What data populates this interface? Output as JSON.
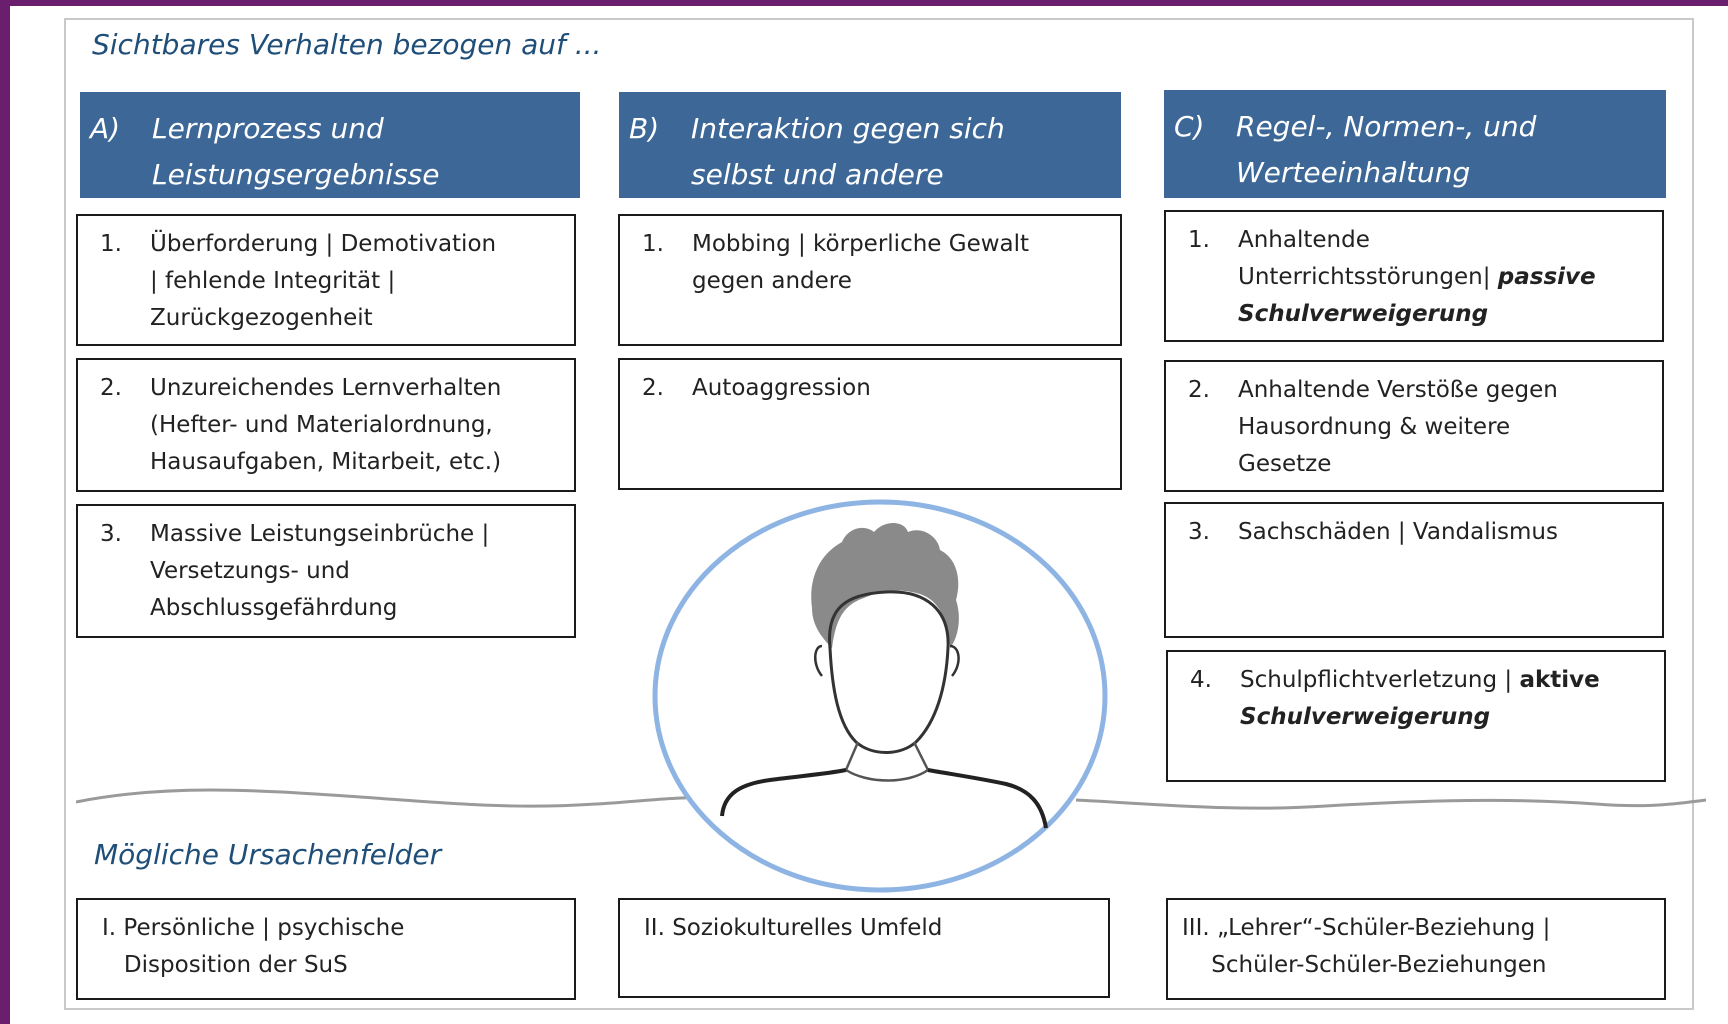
{
  "heading_top": "Sichtbares Verhalten bezogen auf ...",
  "heading_bottom": "Mögliche Ursachenfelder",
  "columns": [
    {
      "letter": "A)",
      "title_lines": [
        "Lernprozess und",
        "Leistungsergebnisse"
      ],
      "items": [
        {
          "num": "1.",
          "lines": [
            "Überforderung | Demotivation",
            "| fehlende Integrität |",
            "Zurückgezogenheit"
          ]
        },
        {
          "num": "2.",
          "lines": [
            "Unzureichendes Lernverhalten",
            "(Hefter- und Materialordnung,",
            "Hausaufgaben, Mitarbeit, etc.)"
          ]
        },
        {
          "num": "3.",
          "lines": [
            "Massive Leistungseinbrüche |",
            "Versetzungs- und",
            "Abschlussgefährdung"
          ]
        }
      ]
    },
    {
      "letter": "B)",
      "title_lines": [
        "Interaktion gegen sich",
        "selbst und andere"
      ],
      "items": [
        {
          "num": "1.",
          "lines": [
            "Mobbing | körperliche Gewalt",
            "gegen andere"
          ]
        },
        {
          "num": "2.",
          "lines": [
            "Autoaggression"
          ]
        }
      ]
    },
    {
      "letter": "C)",
      "title_lines": [
        "Regel-, Normen-, und",
        "Werteeinhaltung"
      ],
      "items": [
        {
          "num": "1.",
          "line1": "Anhaltende",
          "line2a": "Unterrichtsstörungen| ",
          "line2b": "passive",
          "line3": "Schulverweigerung"
        },
        {
          "num": "2.",
          "lines": [
            "Anhaltende Verstöße gegen",
            "Hausordnung & weitere",
            "Gesetze"
          ]
        },
        {
          "num": "3.",
          "lines": [
            "Sachschäden | Vandalismus"
          ]
        },
        {
          "num": "4.",
          "line1a": "Schulpflichtverletzung | ",
          "line1b": "aktive",
          "line2": "Schulverweigerung"
        }
      ]
    }
  ],
  "causes": [
    {
      "lines": [
        "I. Persönliche | psychische",
        "   Disposition der SuS"
      ]
    },
    {
      "lines": [
        "II. Soziokulturelles Umfeld"
      ]
    },
    {
      "lines": [
        "III. „Lehrer“-Schüler-Beziehung |",
        "    Schüler-Schüler-Beziehungen"
      ]
    }
  ],
  "colors": {
    "header_bg": "#3c6797",
    "heading_text": "#1f4e79",
    "circle": "#8eb4e3",
    "hair": "#8a8a8a"
  }
}
